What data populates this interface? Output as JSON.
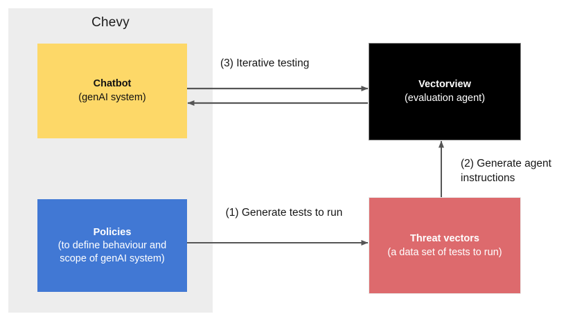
{
  "diagram": {
    "group": {
      "label": "Chevy"
    },
    "nodes": [
      {
        "id": "chatbot",
        "title": "Chatbot",
        "subtitle": "(genAI system)",
        "color": "#fdd868",
        "text_color": "#111111"
      },
      {
        "id": "policies",
        "title": "Policies",
        "subtitle": "(to define behaviour and scope of genAI system)",
        "color": "#4178d4",
        "text_color": "#ffffff"
      },
      {
        "id": "vectorview",
        "title": "Vectorview",
        "subtitle": "(evaluation agent)",
        "color": "#000000",
        "text_color": "#ffffff"
      },
      {
        "id": "threat_vectors",
        "title": "Threat vectors",
        "subtitle": "(a data set of tests to run)",
        "color": "#dd6a6d",
        "text_color": "#ffffff"
      }
    ],
    "edges": [
      {
        "id": "generate_tests",
        "label": "(1) Generate tests to run",
        "from": "policies",
        "to": "threat_vectors",
        "direction": "right"
      },
      {
        "id": "agent_instructions",
        "label": "(2) Generate agent instructions",
        "from": "threat_vectors",
        "to": "vectorview",
        "direction": "up"
      },
      {
        "id": "iterative_testing",
        "label": "(3) Iterative testing",
        "from": "chatbot",
        "to": "vectorview",
        "direction": "bidirectional"
      }
    ],
    "colors": {
      "group_background": "#ededed",
      "canvas_background": "#ffffff",
      "edge": "#555555"
    }
  }
}
